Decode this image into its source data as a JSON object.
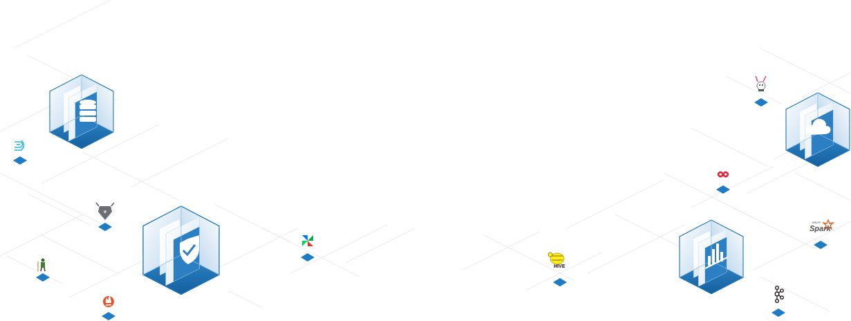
{
  "diagram": {
    "labels": [
      "HIVE",
      "APACHE",
      "Spark"
    ]
  }
}
